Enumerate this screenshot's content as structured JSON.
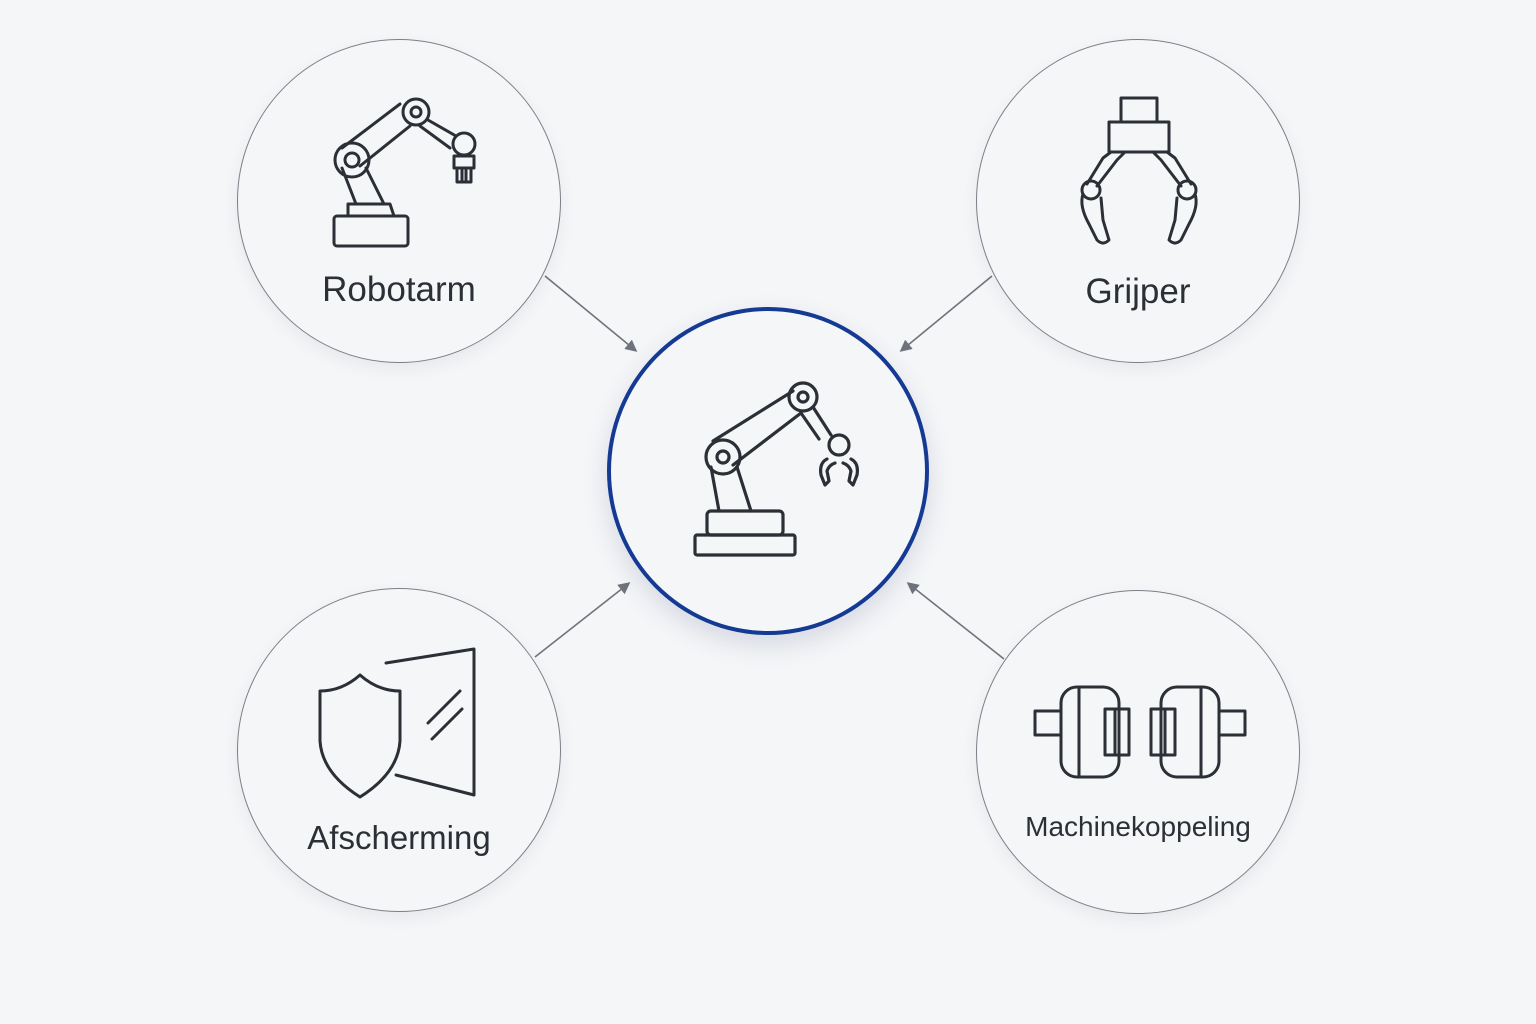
{
  "diagram": {
    "center": {
      "icon": "robot-cell-icon"
    },
    "nodes": [
      {
        "id": "robotarm",
        "label": "Robotarm",
        "icon": "robot-arm-icon"
      },
      {
        "id": "grijper",
        "label": "Grijper",
        "icon": "gripper-icon"
      },
      {
        "id": "afscherming",
        "label": "Afscherming",
        "icon": "shield-guard-icon"
      },
      {
        "id": "koppeling",
        "label": "Machinekoppeling",
        "icon": "machine-coupling-icon"
      }
    ]
  },
  "colors": {
    "background": "#f5f6f8",
    "center_border": "#143a94",
    "node_border": "#7b8088",
    "icon_stroke": "#2b2f36",
    "connector": "#6f747c",
    "label_text": "#2b2f36"
  }
}
